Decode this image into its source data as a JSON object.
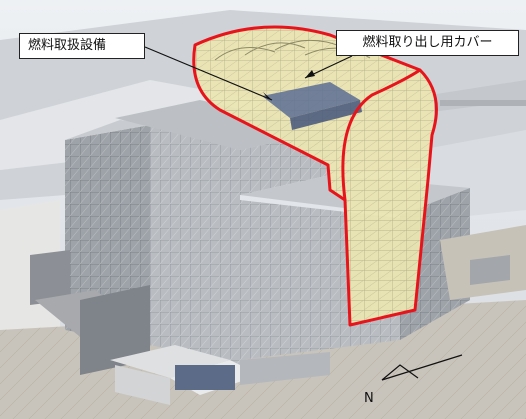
{
  "labels": {
    "fuel_handling": "燃料取扱設備",
    "fuel_removal_cover": "燃料取り出し用カバー"
  },
  "compass": {
    "north": "N"
  },
  "colors": {
    "highlight": "#e8141c",
    "cover_fill": "#e8e3a8",
    "building": "#a8adb3"
  }
}
